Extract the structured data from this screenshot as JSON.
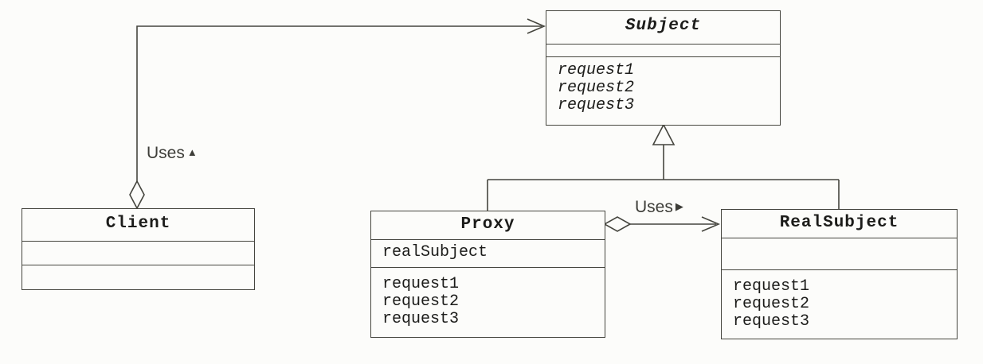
{
  "diagram": {
    "pattern": "Proxy (UML class diagram)",
    "colors": {
      "background": "#fcfcfa",
      "line": "#45453e",
      "text": "#1c1c1a",
      "label": "#3d3d38"
    }
  },
  "classes": [
    {
      "name": "Subject",
      "abstract": true,
      "attributes": [],
      "methods": [
        "request1",
        "request2",
        "request3"
      ]
    },
    {
      "name": "Client",
      "abstract": false,
      "attributes": [],
      "methods": []
    },
    {
      "name": "Proxy",
      "abstract": false,
      "attributes": [
        "realSubject"
      ],
      "methods": [
        "request1",
        "request2",
        "request3"
      ]
    },
    {
      "name": "RealSubject",
      "abstract": false,
      "attributes": [],
      "methods": [
        "request1",
        "request2",
        "request3"
      ]
    }
  ],
  "relations": [
    {
      "type": "association-aggregation",
      "from": "Client",
      "to": "Subject",
      "label": "Uses",
      "direction_icon": "▲"
    },
    {
      "type": "association-aggregation",
      "from": "Proxy",
      "to": "RealSubject",
      "label": "Uses",
      "direction_icon": "▶"
    },
    {
      "type": "inheritance",
      "from": "Proxy",
      "to": "Subject"
    },
    {
      "type": "inheritance",
      "from": "RealSubject",
      "to": "Subject"
    }
  ]
}
